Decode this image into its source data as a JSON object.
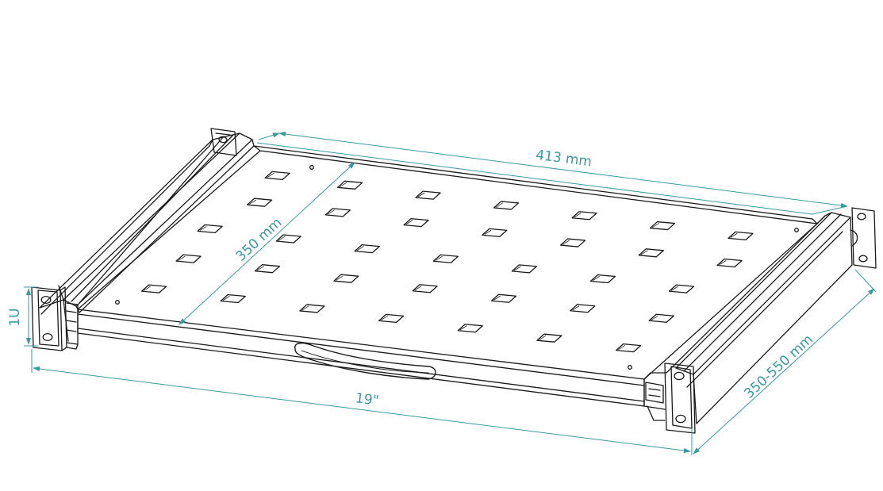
{
  "colors": {
    "line": "#1a1a1a",
    "dimension": "#3a9a9e",
    "background": "#ffffff"
  },
  "dimensions": {
    "width_label": "413 mm",
    "depth_label": "350 mm",
    "rack_width_label": "19\"",
    "height_label": "1U",
    "rail_label": "350-550 mm"
  }
}
